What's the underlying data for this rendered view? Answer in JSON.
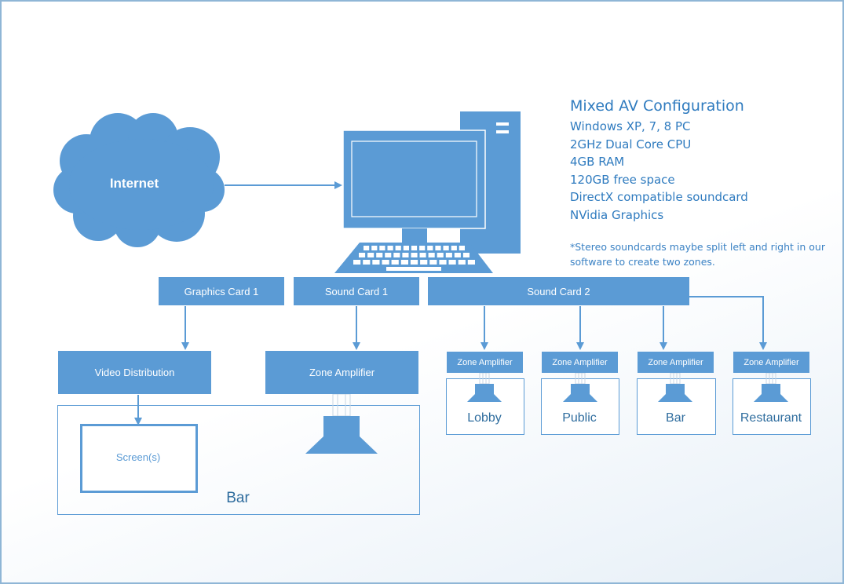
{
  "internet": {
    "label": "Internet"
  },
  "info": {
    "title": "Mixed AV Configuration",
    "lines": [
      "Windows XP, 7, 8 PC",
      "2GHz Dual Core CPU",
      "4GB RAM",
      "120GB free space",
      "DirectX compatible soundcard",
      "NVidia Graphics"
    ],
    "note": "*Stereo soundcards maybe split left and right in our software to create two zones."
  },
  "cards": {
    "graphics": "Graphics Card 1",
    "sound1": "Sound Card 1",
    "sound2": "Sound Card 2"
  },
  "video_distribution": "Video Distribution",
  "main_amp": "Zone Amplifier",
  "screen": "Screen(s)",
  "bar_zone": "Bar",
  "zones": [
    {
      "amp": "Zone Amplifier",
      "label": "Lobby"
    },
    {
      "amp": "Zone Amplifier",
      "label": "Public"
    },
    {
      "amp": "Zone Amplifier",
      "label": "Bar"
    },
    {
      "amp": "Zone Amplifier",
      "label": "Restaurant"
    }
  ],
  "colors": {
    "primary": "#5b9bd5",
    "text": "#2f7bbf",
    "border": "#8fb6d6"
  }
}
